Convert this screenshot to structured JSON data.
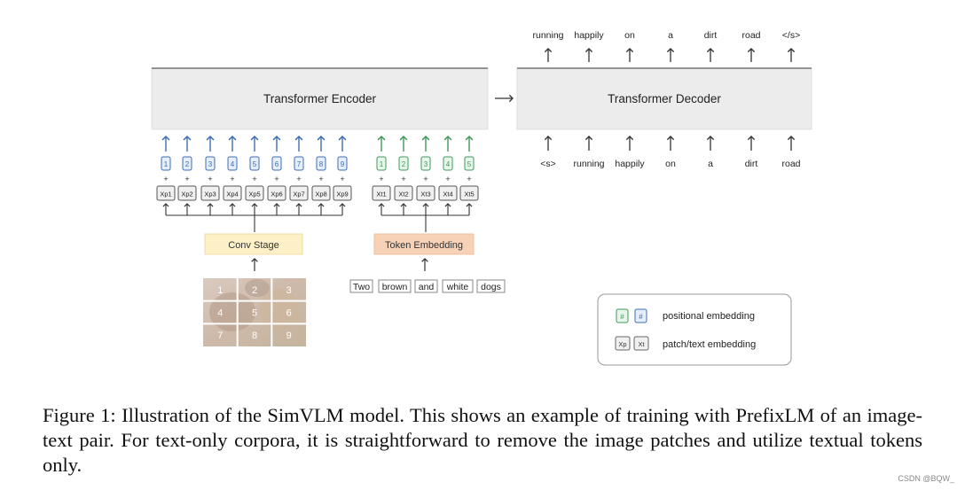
{
  "encoder": {
    "title": "Transformer Encoder"
  },
  "decoder": {
    "title": "Transformer Decoder",
    "outputs": [
      "running",
      "happily",
      "on",
      "a",
      "dirt",
      "road",
      "</s>"
    ],
    "inputs": [
      "<s>",
      "running",
      "happily",
      "on",
      "a",
      "dirt",
      "road"
    ]
  },
  "image_branch": {
    "positions": [
      "1",
      "2",
      "3",
      "4",
      "5",
      "6",
      "7",
      "8",
      "9"
    ],
    "patches": [
      "Xp1",
      "Xp2",
      "Xp3",
      "Xp4",
      "Xp5",
      "Xp6",
      "Xp7",
      "Xp8",
      "Xp9"
    ],
    "stage_label": "Conv Stage",
    "grid_numbers": [
      "1",
      "2",
      "3",
      "4",
      "5",
      "6",
      "7",
      "8",
      "9"
    ]
  },
  "text_branch": {
    "positions": [
      "1",
      "2",
      "3",
      "4",
      "5"
    ],
    "tokens": [
      "Xt1",
      "Xt2",
      "Xt3",
      "Xt4",
      "Xt5"
    ],
    "stage_label": "Token Embedding",
    "words": [
      "Two",
      "brown",
      "and",
      "white",
      "dogs"
    ]
  },
  "plus_sign": "+",
  "legend": {
    "pos_swatches": [
      "#",
      "#"
    ],
    "positional_label": "positional embedding",
    "emb_swatches": [
      "Xp",
      "Xt"
    ],
    "patch_label": "patch/text embedding"
  },
  "colors": {
    "block_fill": "#ececec",
    "image_blue": "#3b6eb5",
    "text_green": "#3f9a5a",
    "conv_fill": "#fdf0c6",
    "token_fill": "#f8d2b6",
    "arrow_gray": "#333333"
  },
  "caption": "Figure 1: Illustration of the SimVLM model. This shows an example of training with PrefixLM of an image-text pair. For text-only corpora, it is straightforward to remove the image patches and utilize textual tokens only.",
  "watermark": "CSDN @BQW_"
}
